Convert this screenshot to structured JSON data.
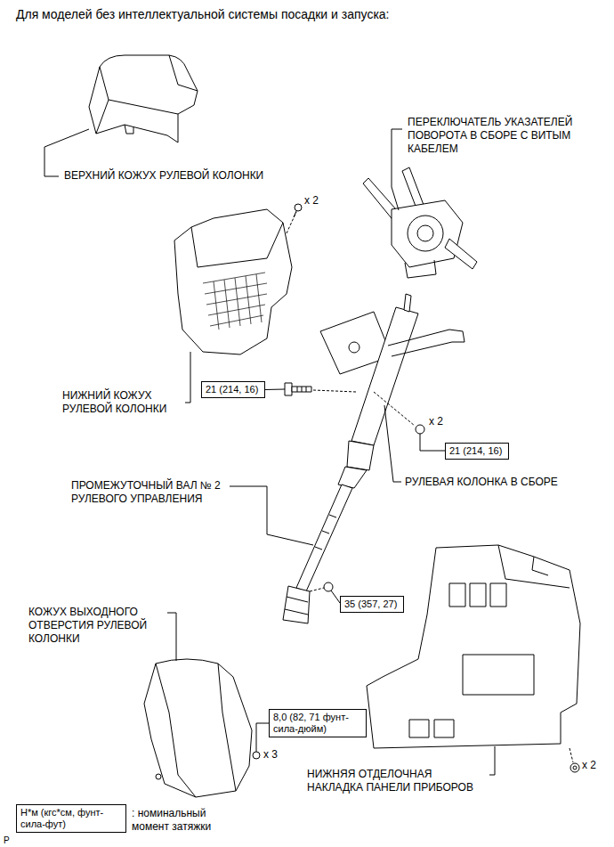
{
  "diagram": {
    "title": "Для моделей без интеллектуальной системы посадки и запуска:",
    "nodes": [
      {
        "text": [
          "21 (214, 16)"
        ]
      },
      {
        "text": [
          "21 (214, 16)"
        ]
      },
      {
        "text": [
          "35 (357, 27)"
        ]
      },
      {
        "text": [
          "8,0 (82, 71 фунт-сила-дюйм)"
        ]
      },
      {
        "text": [
          "Н*м (кгс*см, фунт-сила-фут)"
        ]
      }
    ],
    "edges": [],
    "labels": [
      "ВЕРХНИЙ КОЖУХ РУЛЕВОЙ КОЛОНКИ",
      "ПЕРЕКЛЮЧАТЕЛЬ УКАЗАТЕЛЕЙ ПОВОРОТА В СБОРЕ С ВИТЫМ КАБЕЛЕМ",
      "x 2",
      "НИЖНИЙ КОЖУХ РУЛЕВОЙ КОЛОНКИ",
      "x 2",
      "РУЛЕВАЯ КОЛОНКА В СБОРЕ",
      "ПРОМЕЖУТОЧНЫЙ ВАЛ № 2 РУЛЕВОГО УПРАВЛЕНИЯ",
      "КОЖУХ ВЫХОДНОГО ОТВЕРСТИЯ РУЛЕВОЙ КОЛОНКИ",
      "x 3",
      "НИЖНЯЯ ОТДЕЛОЧНАЯ НАКЛАДКА ПАНЕЛИ ПРИБОРОВ",
      "x 2",
      ": номинальный момент затяжки",
      "P"
    ]
  }
}
